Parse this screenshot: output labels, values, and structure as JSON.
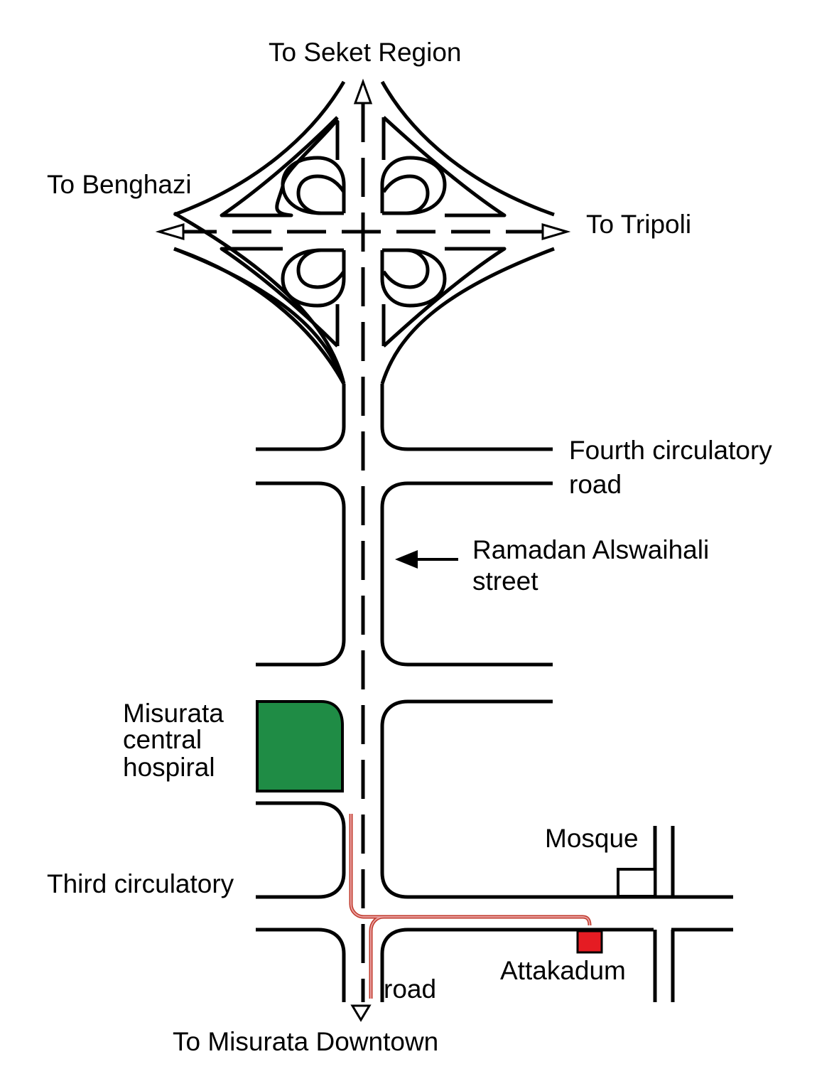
{
  "map": {
    "labels": {
      "north": "To Seket Region",
      "west": "To Benghazi",
      "east": "To Tripoli",
      "fourth_road_line1": "Fourth circulatory",
      "fourth_road_line2": "road",
      "street_line1": "Ramadan Alswaihali",
      "street_line2": "street",
      "hospital_line1": "Misurata",
      "hospital_line2": "central",
      "hospital_line3": "hospiral",
      "mosque": "Mosque",
      "third_road_line1": "Third circulatory",
      "third_road_line2": "road",
      "attakadum": "Attakadum",
      "south": "To Misurata Downtown"
    },
    "colors": {
      "road": "#000000",
      "hospital": "#1f8c45",
      "route": "#c0392b",
      "attakadum": "#e51c23",
      "background": "#ffffff"
    },
    "icons": {
      "north_arrow": "arrow-up-icon",
      "west_arrow": "arrow-left-icon",
      "east_arrow": "arrow-right-icon",
      "south_arrow": "arrow-down-icon",
      "pointer_arrow": "arrow-left-icon"
    }
  }
}
